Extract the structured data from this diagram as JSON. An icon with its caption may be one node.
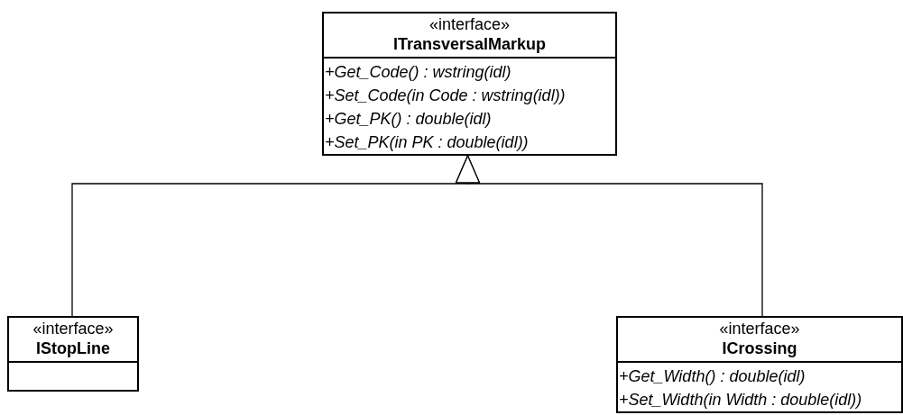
{
  "diagram": {
    "nodes": [
      {
        "text": [
          "«interface»",
          "ITransversalMarkup",
          "+Get_Code() : wstring(idl)",
          "+Set_Code(in Code : wstring(idl))",
          "+Get_PK() : double(idl)",
          "+Set_PK(in PK : double(idl))"
        ]
      },
      {
        "text": [
          "«interface»",
          "IStopLine"
        ]
      },
      {
        "text": [
          "«interface»",
          "ICrossing",
          "+Get_Width() : double(idl)",
          "+Set_Width(in Width : double(idl))"
        ]
      }
    ],
    "edges": [
      {
        "from": 1,
        "to": 0,
        "arrow": "to"
      },
      {
        "from": 2,
        "to": 0,
        "arrow": "to"
      }
    ]
  }
}
